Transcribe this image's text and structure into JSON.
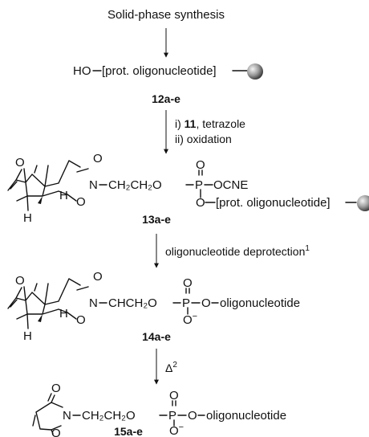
{
  "header": {
    "title": "Solid-phase synthesis"
  },
  "step12": {
    "ho": "HO",
    "bracket": "[prot. oligonucleotide]",
    "label": "12a-e"
  },
  "arrow1": {
    "line1_prefix": "i)",
    "line1_bold": "11",
    "line1_suffix": ", tetrazole",
    "line2": "ii) oxidation"
  },
  "step13": {
    "n": "N",
    "chain": "CH₂CH₂O",
    "p": "P",
    "o_top": "O",
    "ocne": "OCNE",
    "o_low": "O",
    "bracket": "[prot. oligonucleotide]",
    "label": "13a-e"
  },
  "arrow2": {
    "text": "oligonucleotide deprotection",
    "sup": "1"
  },
  "step14": {
    "n": "N",
    "chain": "CHCH₂O",
    "p": "P",
    "o_top": "O",
    "o_right": "O",
    "oligo": "oligonucleotide",
    "o_minus": "O",
    "charge": "−",
    "label": "14a-e"
  },
  "arrow3": {
    "delta": "Δ",
    "sup": "2"
  },
  "step15": {
    "n": "N",
    "chain": "CH₂CH₂O",
    "p": "P",
    "o_top": "O",
    "o_right": "O",
    "oligo": "oligonucleotide",
    "o_minus": "O",
    "charge": "−",
    "label": "15a-e"
  },
  "atoms": {
    "o": "O",
    "h": "H"
  }
}
